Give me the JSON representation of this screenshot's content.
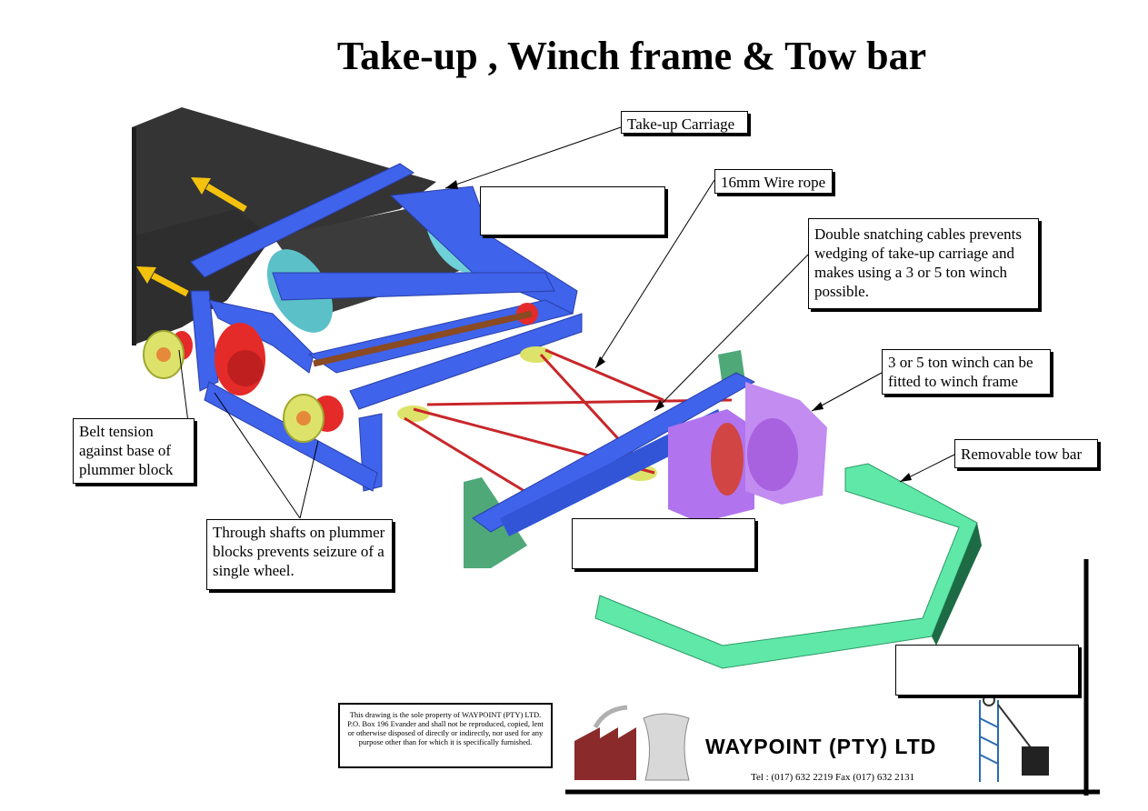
{
  "title": "Take-up , Winch frame & Tow bar",
  "callouts": {
    "takeup_carriage": "Take-up Carriage",
    "wire_rope": "16mm Wire rope",
    "double_snatching": "Double snatching cables prevents wedging of take-up carriage and makes using a 3 or 5 ton winch possible.",
    "winch_fitted": "3 or 5 ton winch can be fitted to winch frame",
    "tow_bar": "Removable tow bar",
    "belt_tension": "Belt tension against base of plummer block",
    "through_shafts": "Through shafts on plummer blocks prevents seizure of  a single wheel."
  },
  "disclaimer": "This  drawing is the sole property of WAYPOINT (PTY) LTD. P.O. Box 196 Evander and shall not be reproduced, copied, lent or otherwise disposed of directly or indirectly, nor used for any purpose other than for which it is specifically furnished.",
  "company": "WAYPOINT (PTY) LTD",
  "contact": "Tel : (017) 632 2219   Fax (017) 632 2131",
  "colors": {
    "frame_blue": "#3f63ea",
    "belt_dark": "#3a3a3a",
    "plate_red": "#e52a2a",
    "wheel_yellow": "#dde36a",
    "winch_purple": "#c28cf0",
    "towbar_green": "#5fe8a8",
    "arrow_yellow": "#f4c20d",
    "cable_red": "#c8262a"
  }
}
